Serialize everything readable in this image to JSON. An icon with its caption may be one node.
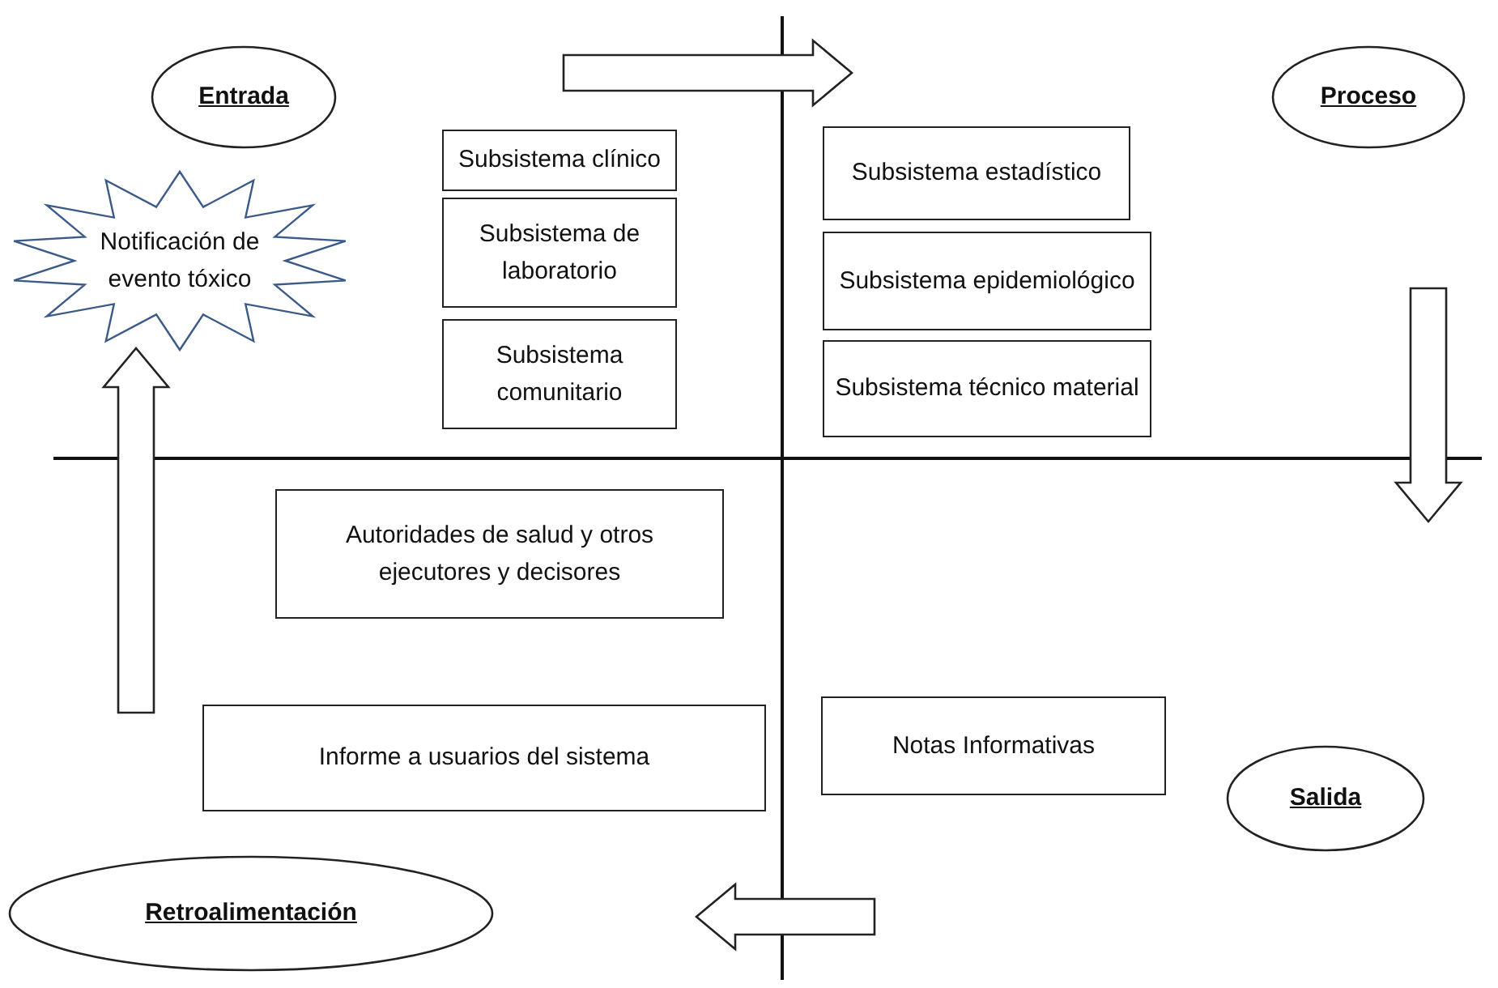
{
  "diagram": {
    "nodes": [
      {
        "text": [
          "Entrada"
        ]
      },
      {
        "text": [
          "Proceso"
        ]
      },
      {
        "text": [
          "Salida"
        ]
      },
      {
        "text": [
          "Retroalimentación"
        ]
      },
      {
        "text": [
          "Notificación de evento tóxico"
        ]
      },
      {
        "text": [
          "Subsistema clínico"
        ]
      },
      {
        "text": [
          "Subsistema de laboratorio"
        ]
      },
      {
        "text": [
          "Subsistema comunitario"
        ]
      },
      {
        "text": [
          "Subsistema estadístico"
        ]
      },
      {
        "text": [
          "Subsistema epidemiológico"
        ]
      },
      {
        "text": [
          "Subsistema técnico material"
        ]
      },
      {
        "text": [
          "Autoridades de salud y otros ejecutores y decisores"
        ]
      },
      {
        "text": [
          "Informe a usuarios del sistema"
        ]
      },
      {
        "text": [
          "Notas Informativas"
        ]
      }
    ],
    "edges": [
      {
        "from": null,
        "to": 4,
        "arrow": "to"
      }
    ]
  }
}
